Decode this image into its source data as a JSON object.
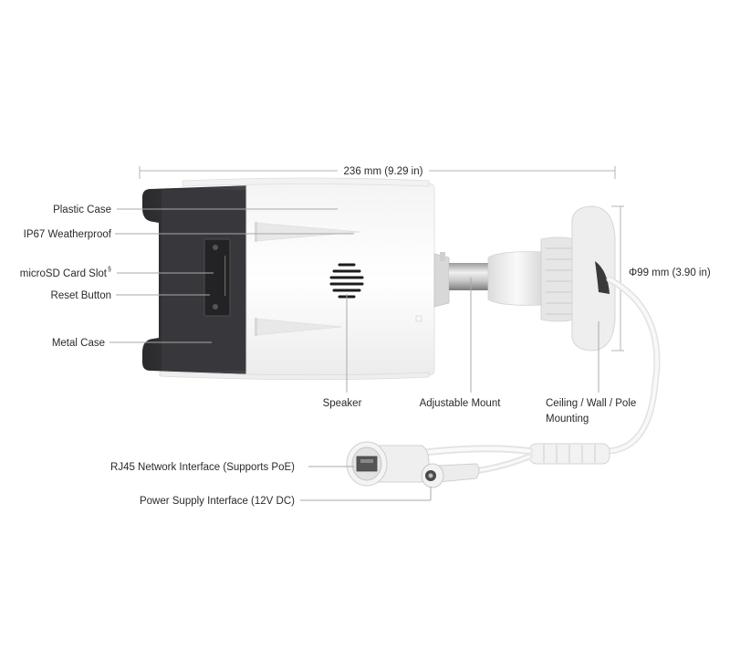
{
  "dimensions": {
    "length": "236 mm (9.29 in)",
    "diameter": "Φ99 mm (3.90 in)"
  },
  "labels": {
    "plastic_case": "Plastic Case",
    "weatherproof": "IP67 Weatherproof",
    "microsd": "microSD Card Slot",
    "microsd_footnote": "§",
    "reset": "Reset Button",
    "metal_case": "Metal Case",
    "speaker": "Speaker",
    "adjustable_mount": "Adjustable Mount",
    "ceiling_mount_line1": "Ceiling / Wall / Pole",
    "ceiling_mount_line2": "Mounting",
    "rj45": "RJ45 Network Interface (Supports PoE)",
    "power": "Power Supply Interface (12V DC)"
  }
}
